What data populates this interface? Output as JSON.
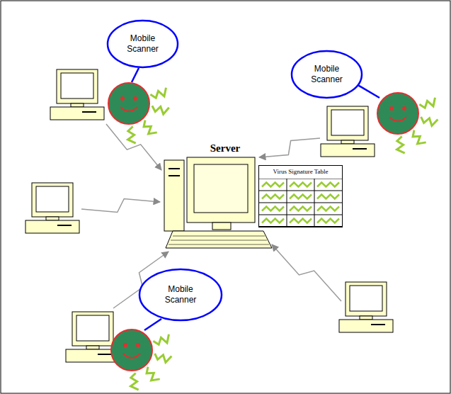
{
  "diagram": {
    "nodes": [
      {
        "text": [
          "Mobile Scanner"
        ]
      },
      {
        "text": [
          "Mobile Scanner"
        ]
      },
      {
        "text": [
          "Server"
        ]
      },
      {
        "text": [
          "Virus Signature Table"
        ]
      },
      {
        "text": [
          "Mobile Scanner"
        ]
      }
    ]
  }
}
